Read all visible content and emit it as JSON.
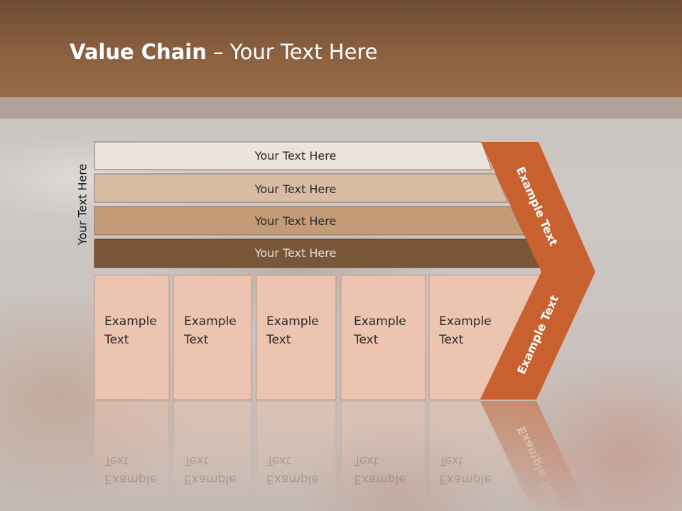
{
  "slide": {
    "title_bold": "Value Chain",
    "title_rest": " – Your Text Here",
    "vertical_label": "Your Text Here"
  },
  "rows": [
    {
      "label": "Your Text Here",
      "color": "#ece3da"
    },
    {
      "label": "Your Text Here",
      "color": "#d9bda3"
    },
    {
      "label": "Your Text Here",
      "color": "#c39b77"
    },
    {
      "label": "Your Text Here",
      "color": "#7a5638"
    }
  ],
  "columns": [
    {
      "line1": "Example",
      "line2": "Text"
    },
    {
      "line1": "Example",
      "line2": "Text"
    },
    {
      "line1": "Example",
      "line2": "Text"
    },
    {
      "line1": "Example",
      "line2": "Text"
    },
    {
      "line1": "Example",
      "line2": "Text"
    }
  ],
  "chevron": {
    "upper_label": "Example Text",
    "lower_label": "Example Text",
    "color": "#c8612f"
  },
  "colors": {
    "column_fill": "#ecc4b0",
    "header": "#7b5535"
  }
}
